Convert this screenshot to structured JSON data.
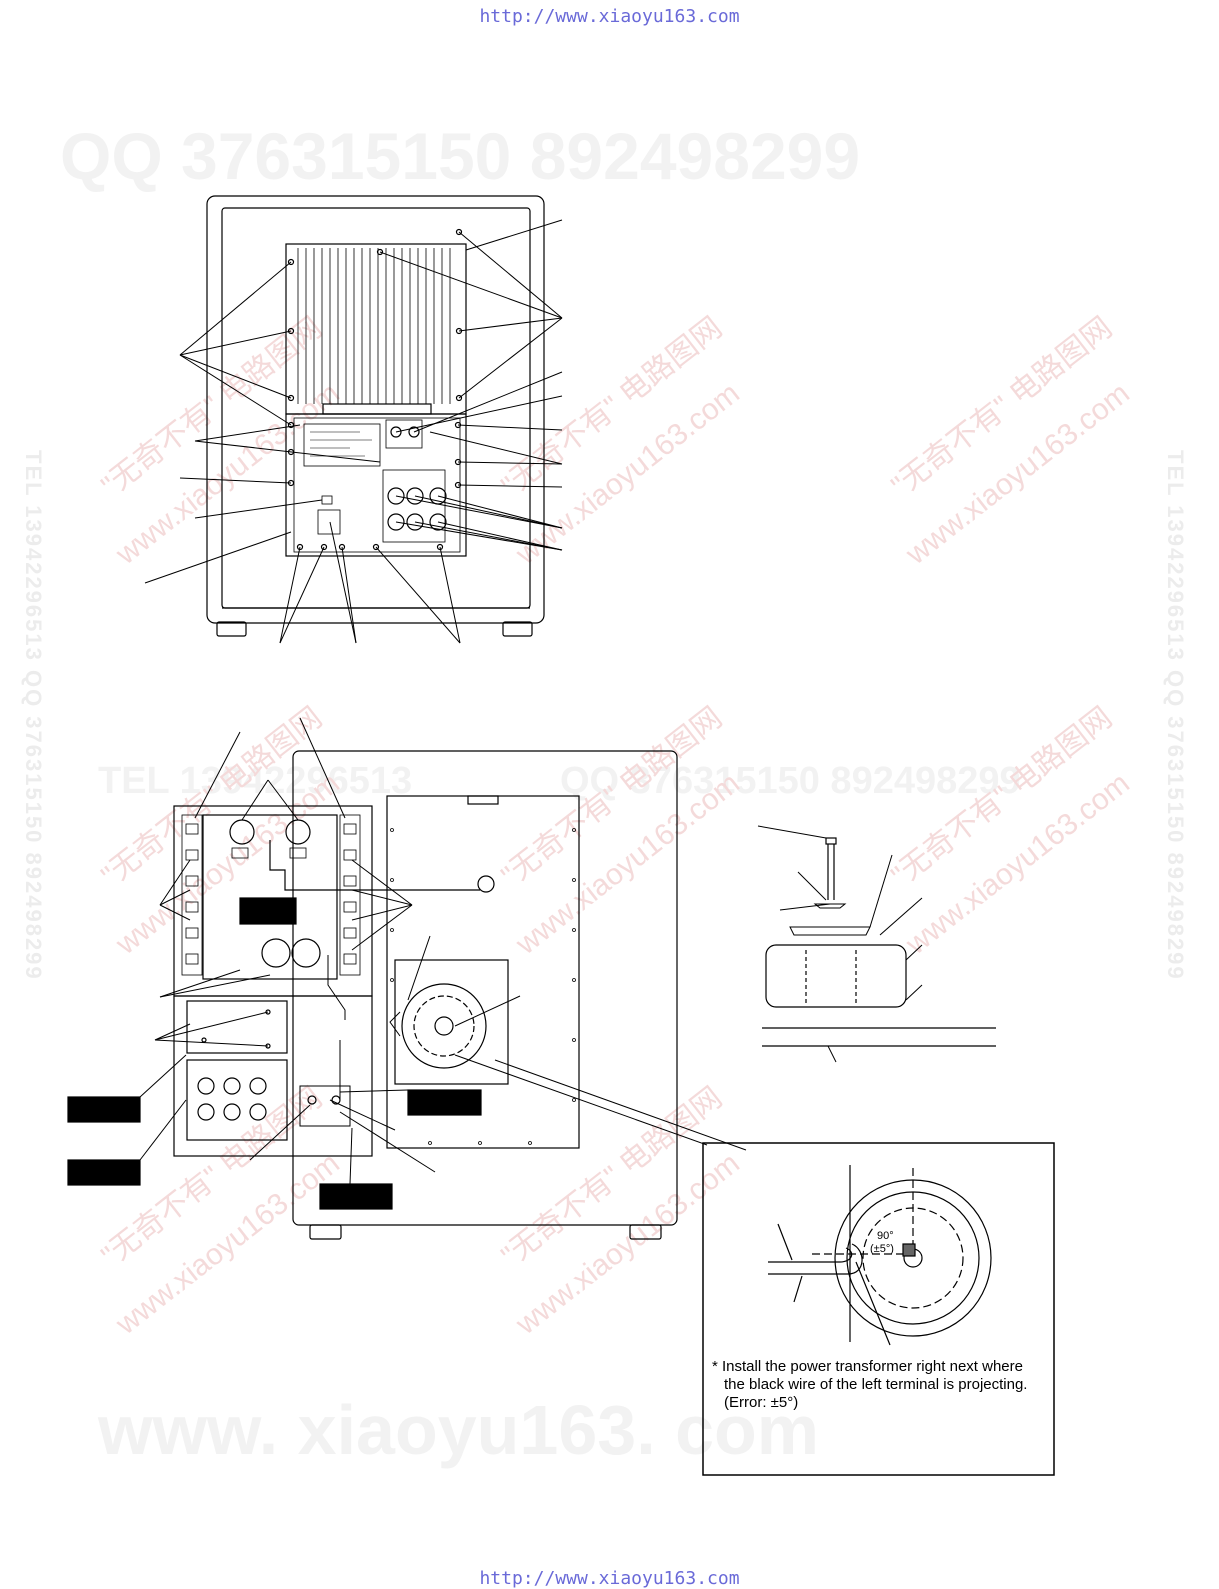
{
  "header": {
    "url_top": "http://www.xiaoyu163.com"
  },
  "footer": {
    "url_bottom": "http://www.xiaoyu163.com"
  },
  "watermarks": {
    "qq_line": "QQ 376315150     892498299",
    "tel_line": "TEL 13942296513",
    "qq_line2": "QQ 376315150   892498299",
    "www_line": "www. xiaoyu163. com",
    "diag_cn": "\"无奇不有\" 电路图网",
    "diag_url": "www.xiaoyu163.com",
    "side_text": "TEL 13942296513 QQ 376315150 892498299"
  },
  "detail": {
    "angle_value": "90°",
    "angle_tolerance": "(±5°)",
    "note_line1": "* Install the power transformer right next where",
    "note_line2": "the black wire of the left terminal is projecting.",
    "note_line3": "(Error: ±5°)"
  },
  "colors": {
    "line": "#000000",
    "watermark_url": "#6a6ad8"
  }
}
